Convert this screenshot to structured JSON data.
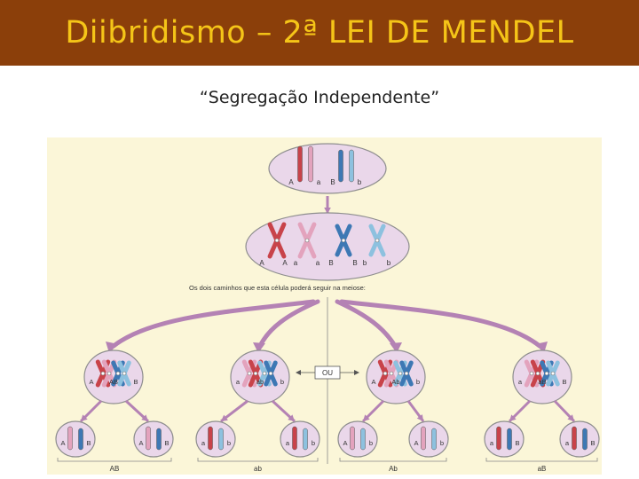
{
  "header": {
    "title": "Diibridismo – 2ª LEI DE MENDEL"
  },
  "subtitle": "“Segregação Independente”",
  "colors": {
    "title_bar": "#8b3f0a",
    "title_text": "#f5c518",
    "figure_bg": "#fbf6d8",
    "cell_fill": "#ead7ea",
    "cell_stroke": "#8e8e8e",
    "chrom_red": "#c8434a",
    "chrom_pink": "#e3a3bd",
    "chrom_blue": "#3d78b4",
    "chrom_lightblue": "#8dc1df",
    "arrow": "#b482b4"
  },
  "diagram": {
    "top_cell_labels": [
      "A",
      "a",
      "B",
      "b"
    ],
    "replicated_cell_labels": [
      "A",
      "A",
      "a",
      "a",
      "B",
      "B",
      "b",
      "b"
    ],
    "caption": "Os dois caminhos que esta célula poderá seguir na meiose:",
    "or_label": "OU",
    "metaphase_labels": [
      [
        "A",
        "AB",
        "B"
      ],
      [
        "a",
        "ab",
        "b"
      ],
      [
        "A",
        "Ab",
        "b"
      ],
      [
        "a",
        "aB",
        "B"
      ]
    ],
    "gamete_labels": [
      [
        "A",
        "B"
      ],
      [
        "A",
        "B"
      ],
      [
        "a",
        "b"
      ],
      [
        "a",
        "b"
      ],
      [
        "A",
        "b"
      ],
      [
        "A",
        "b"
      ],
      [
        "a",
        "B"
      ],
      [
        "a",
        "B"
      ]
    ],
    "gamete_types": [
      "AB",
      "ab",
      "Ab",
      "aB"
    ]
  }
}
